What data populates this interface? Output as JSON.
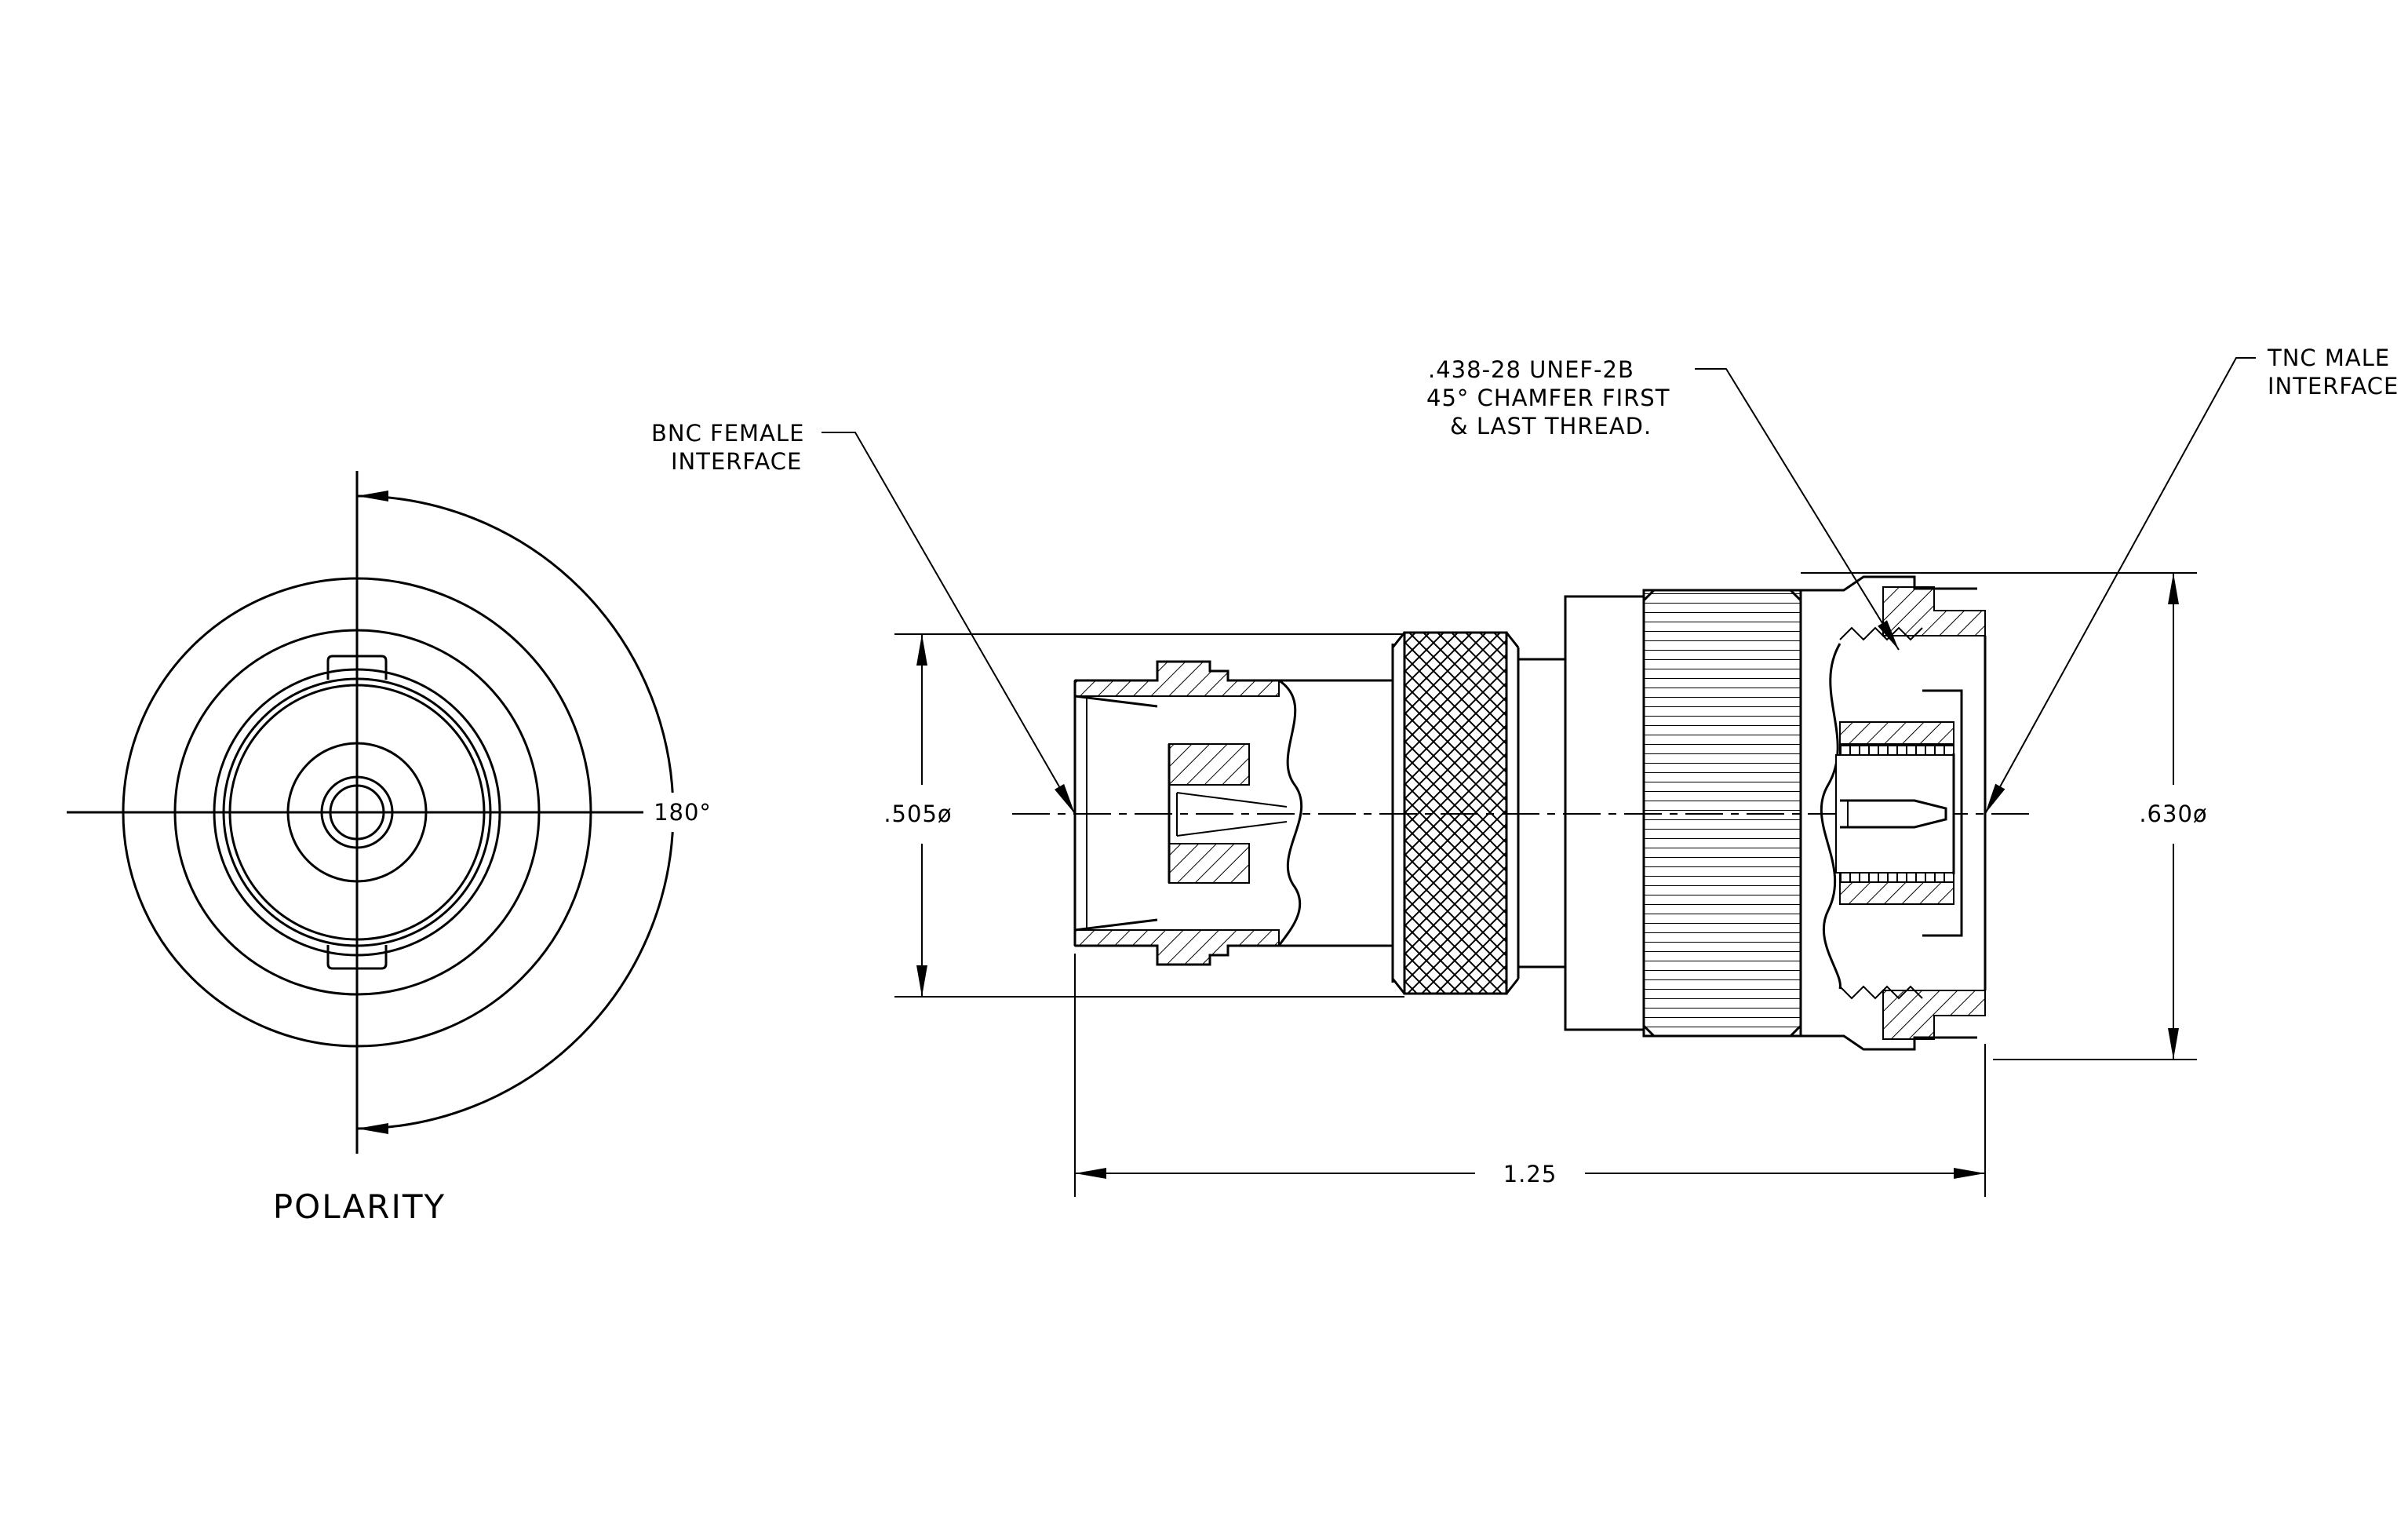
{
  "labels": {
    "polarity": "POLARITY",
    "angle": "180°",
    "bnc_line1": "BNC FEMALE",
    "bnc_line2": "INTERFACE",
    "thread_line1": ".438-28 UNEF-2B",
    "thread_line2": "45° CHAMFER FIRST",
    "thread_line3": "& LAST THREAD.",
    "tnc_line1": "TNC MALE",
    "tnc_line2": "INTERFACE",
    "dim_left": ".505ø",
    "dim_right": ".630ø",
    "dim_length": "1.25"
  }
}
